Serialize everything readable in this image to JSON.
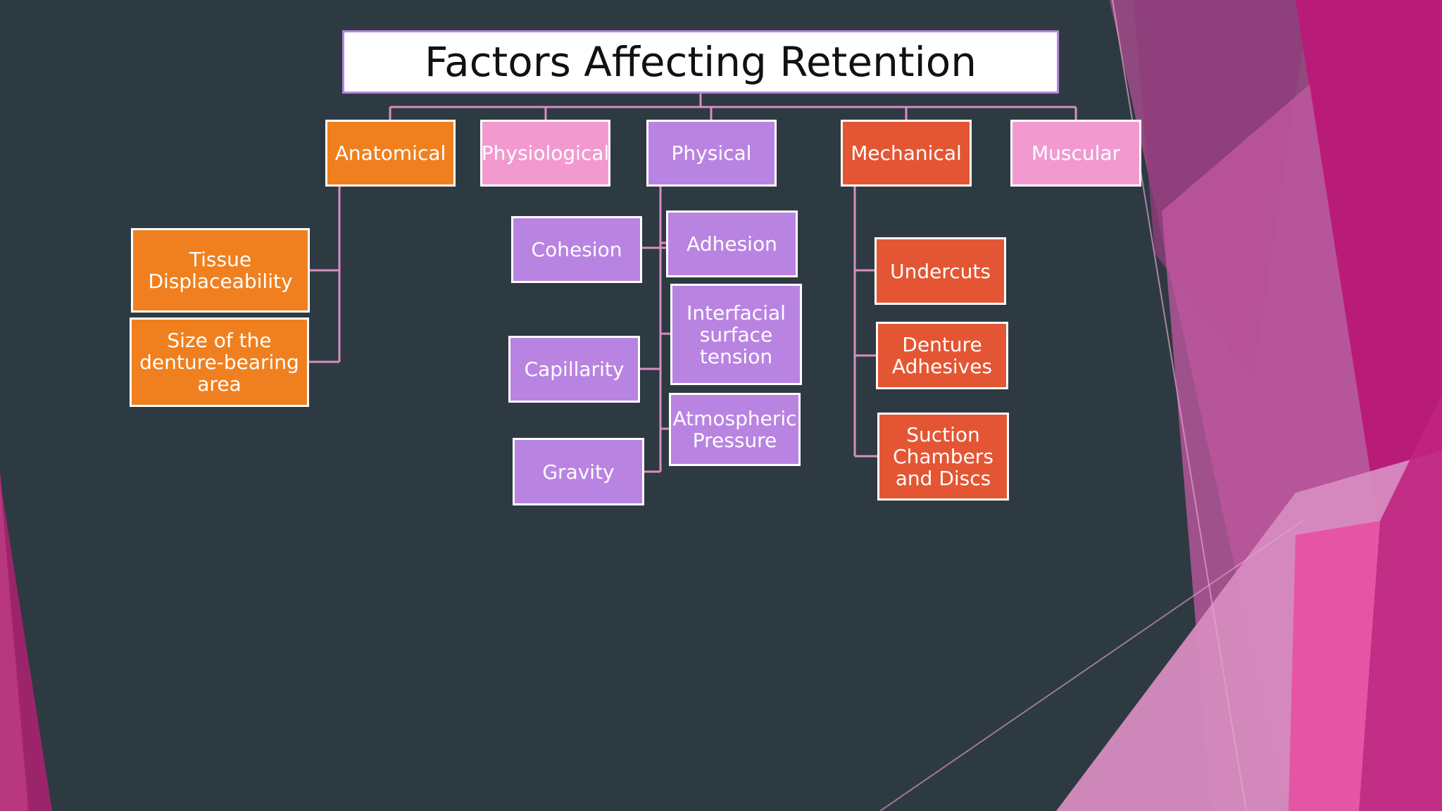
{
  "title": "Factors Affecting  Retention",
  "colors": {
    "background": "#2d3a42",
    "connector": "#d98ec2",
    "orange": "#f0801f",
    "pink": "#f29ad0",
    "purple": "#b983e2",
    "red": "#e45633",
    "accent_magenta": "#b81c78"
  },
  "categories": {
    "anatomical": "Anatomical",
    "physiological": "Physiological",
    "physical": "Physical",
    "mechanical": "Mechanical",
    "muscular": "Muscular"
  },
  "anatomical_items": {
    "tissue": "Tissue\nDisplaceability",
    "size": "Size of the\ndenture-bearing\narea"
  },
  "physical_items": {
    "cohesion": "Cohesion",
    "adhesion": "Adhesion",
    "interfacial": "Interfacial\nsurface\ntension",
    "capillarity": "Capillarity",
    "atmospheric": "Atmospheric\nPressure",
    "gravity": "Gravity"
  },
  "mechanical_items": {
    "undercuts": "Undercuts",
    "adhesives": "Denture\nAdhesives",
    "suction": "Suction\nChambers\nand Discs"
  }
}
